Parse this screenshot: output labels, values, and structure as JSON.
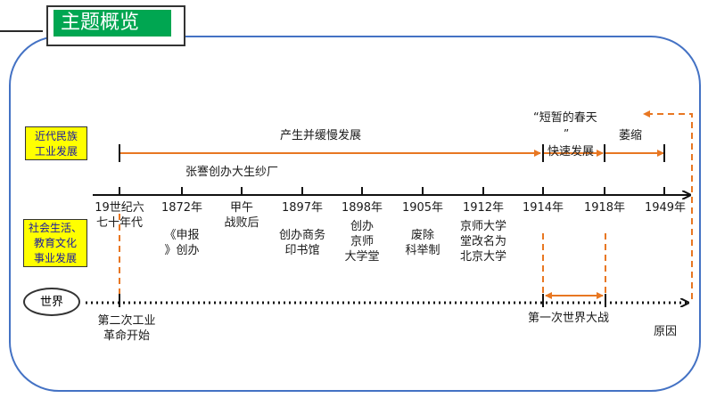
{
  "title": "主题概览",
  "row_labels": {
    "industry": [
      "近代民族",
      "工业发展"
    ],
    "society": [
      "社会生活、",
      "教育文化",
      "事业发展"
    ],
    "world": "世界"
  },
  "industry": {
    "growth": "产生并缓慢发展",
    "spring": [
      "“短暂的春天",
      "”"
    ],
    "fast": "快速发展",
    "decline": "萎缩",
    "zhang": "张謇创办大生纱厂"
  },
  "timeline": [
    {
      "date": [
        "19世纪六",
        "七十年代"
      ],
      "event": []
    },
    {
      "date": [
        "1872年"
      ],
      "event": [
        "《申报",
        "》创办"
      ]
    },
    {
      "date": [
        "甲午",
        "战败后"
      ],
      "event": []
    },
    {
      "date": [
        "1897年"
      ],
      "event": [
        "创办商务",
        "印书馆"
      ]
    },
    {
      "date": [
        "1898年"
      ],
      "event": [
        "创办",
        "京师",
        "大学堂"
      ]
    },
    {
      "date": [
        "1905年"
      ],
      "event": [
        "废除",
        "科举制"
      ]
    },
    {
      "date": [
        "1912年"
      ],
      "event": [
        "京师大学",
        "堂改名为",
        "北京大学"
      ]
    },
    {
      "date": [
        "1914年"
      ],
      "event": []
    },
    {
      "date": [
        "1918年"
      ],
      "event": []
    },
    {
      "date": [
        "1949年"
      ],
      "event": []
    }
  ],
  "world": {
    "revolution": [
      "第二次工业",
      "革命开始"
    ],
    "ww1": "第一次世界大战",
    "cause": "原因"
  },
  "colors": {
    "accent": "#e87722",
    "title_bg": "#00a651",
    "label_bg": "#ffff00",
    "panel_border": "#4472c4"
  }
}
